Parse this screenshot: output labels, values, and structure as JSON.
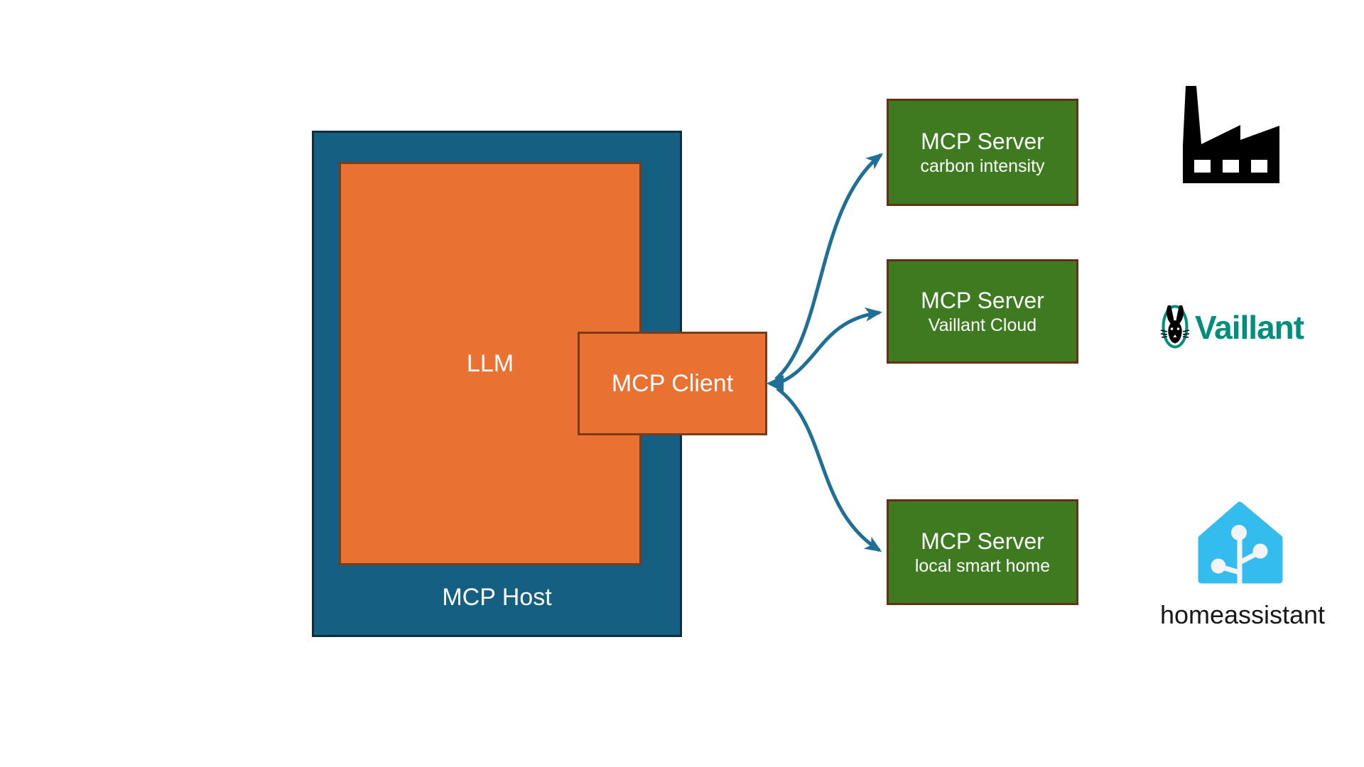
{
  "diagram": {
    "host": {
      "label": "MCP Host"
    },
    "llm": {
      "label": "LLM"
    },
    "client": {
      "label": "MCP Client"
    },
    "servers": [
      {
        "title": "MCP Server",
        "subtitle": "carbon intensity",
        "integration_icon": "factory-icon"
      },
      {
        "title": "MCP Server",
        "subtitle": "Vaillant Cloud",
        "integration_icon": "vaillant-logo"
      },
      {
        "title": "MCP Server",
        "subtitle": "local smart home",
        "integration_icon": "home-assistant-logo"
      }
    ],
    "connections": [
      {
        "from": "MCP Client",
        "to": "MCP Server carbon intensity",
        "direction": "bidirectional"
      },
      {
        "from": "MCP Client",
        "to": "MCP Server Vaillant Cloud",
        "direction": "bidirectional"
      },
      {
        "from": "MCP Client",
        "to": "MCP Server local smart home",
        "direction": "bidirectional"
      }
    ]
  },
  "brands": {
    "vaillant": {
      "label": "Vaillant"
    },
    "homeassistant": {
      "label": "homeassistant"
    }
  },
  "colors": {
    "host_fill": "#156082",
    "host_border": "#0C2E3F",
    "box_orange": "#E97132",
    "orange_border": "#7A3B16",
    "server_green": "#3E7B20",
    "server_border": "#653116",
    "arrow_blue": "#1F6F96",
    "vaillant_teal": "#008F7D",
    "ha_blue": "#35BCEE",
    "factory_black": "#000000",
    "label_text": "#FFFFFF"
  }
}
